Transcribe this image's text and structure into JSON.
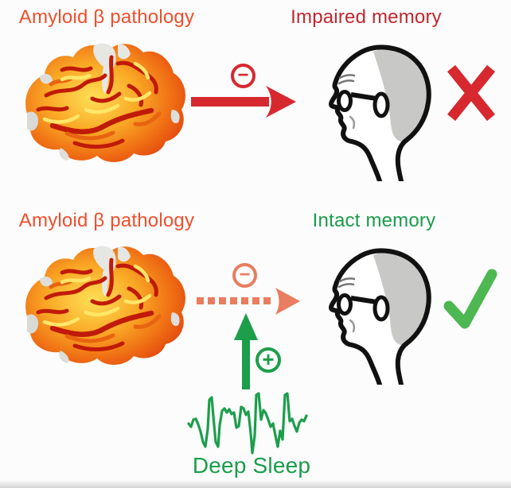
{
  "colors": {
    "bg": "#fcfcfc",
    "orange-text": "#f04e2b",
    "crimson-text": "#c2262e",
    "green-text": "#1a9c4a",
    "red": "#d7282f",
    "salmon": "#e87d5f",
    "green": "#1c9e4b",
    "check-green": "#4db752",
    "head-grey": "#c8c8c6"
  },
  "top_row": {
    "pathology_label": "Amyloid β pathology",
    "outcome_label": "Impaired memory",
    "inhibition_sign": "−",
    "outcome_symbol": "cross"
  },
  "bottom_row": {
    "pathology_label": "Amyloid β pathology",
    "outcome_label": "Intact memory",
    "inhibition_sign": "−",
    "promotion_sign": "+",
    "intervention_label": "Deep Sleep",
    "outcome_symbol": "check"
  }
}
